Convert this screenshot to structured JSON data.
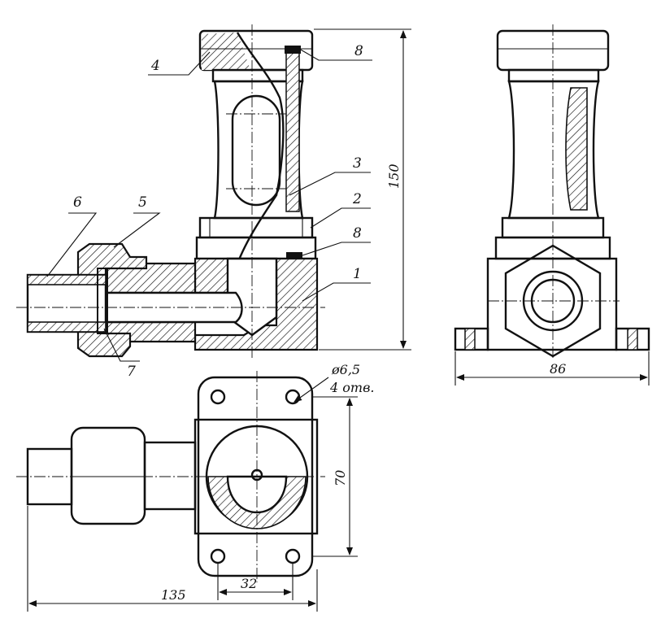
{
  "parts": [
    "1",
    "2",
    "3",
    "4",
    "5",
    "6",
    "7",
    "8",
    "8"
  ],
  "dimensions": {
    "height": "150",
    "width_side": "86",
    "depth_plan": "70",
    "hole_spacing": "32",
    "length_plan": "135",
    "hole_diameter": "ø6,5",
    "hole_count": "4 отв."
  }
}
